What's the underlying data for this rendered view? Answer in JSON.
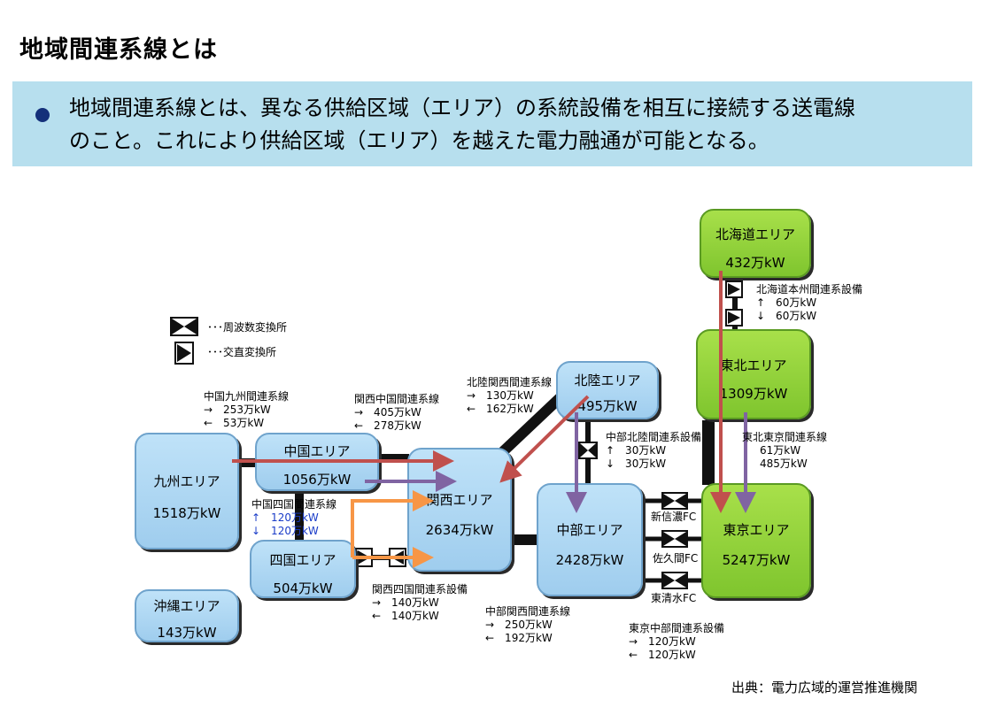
{
  "header": {
    "title": "地域間連系線とは",
    "bullet_line1": "地域間連系線とは、異なる供給区域（エリア）の系統設備を相互に接続する送電線",
    "bullet_line2": "のこと。これにより供給区域（エリア）を越えた電力融通が可能となる。"
  },
  "legend": {
    "freq_converter": "･･･周波数変換所",
    "dc_ac_converter": "･･･交直変換所"
  },
  "areas": {
    "hokkaido": {
      "name": "北海道エリア",
      "capacity": "432万kW"
    },
    "tohoku": {
      "name": "東北エリア",
      "capacity": "1309万kW"
    },
    "tokyo": {
      "name": "東京エリア",
      "capacity": "5247万kW"
    },
    "chubu": {
      "name": "中部エリア",
      "capacity": "2428万kW"
    },
    "hokuriku": {
      "name": "北陸エリア",
      "capacity": "495万kW"
    },
    "kansai": {
      "name": "関西エリア",
      "capacity": "2634万kW"
    },
    "chugoku": {
      "name": "中国エリア",
      "capacity": "1056万kW"
    },
    "shikoku": {
      "name": "四国エリア",
      "capacity": "504万kW"
    },
    "kyushu": {
      "name": "九州エリア",
      "capacity": "1518万kW"
    },
    "okinawa": {
      "name": "沖縄エリア",
      "capacity": "143万kW"
    }
  },
  "links": {
    "chugoku_kyushu": {
      "name": "中国九州間連系線",
      "fwd": "→　253万kW",
      "rev": "←　53万kW"
    },
    "kansai_chugoku": {
      "name": "関西中国間連系線",
      "fwd": "→　405万kW",
      "rev": "←　278万kW"
    },
    "hokuriku_kansai": {
      "name": "北陸関西間連系線",
      "fwd": "→　130万kW",
      "rev": "←　162万kW"
    },
    "chubu_hokuriku": {
      "name": "中部北陸間連系設備",
      "up": "↑　30万kW",
      "down": "↓　30万kW"
    },
    "hokkaido_honshu": {
      "name": "北海道本州間連系設備",
      "up": "↑　60万kW",
      "down": "↓　60万kW"
    },
    "tohoku_tokyo": {
      "name": "東北東京間連系線",
      "up": "61万kW",
      "down": "485万kW"
    },
    "chugoku_shikoku": {
      "name": "中国四国間連系線",
      "up": "↑　120万kW",
      "down": "↓　120万kW"
    },
    "kansai_shikoku": {
      "name": "関西四国間連系設備",
      "fwd": "→　140万kW",
      "rev": "←　140万kW"
    },
    "chubu_kansai": {
      "name": "中部関西間連系線",
      "fwd": "→　250万kW",
      "rev": "←　192万kW"
    },
    "tokyo_chubu": {
      "name": "東京中部間連系設備",
      "fwd": "→　120万kW",
      "rev": "←　120万kW"
    }
  },
  "converters": {
    "shinshinano": "新信濃FC",
    "sakuma": "佐久間FC",
    "higashishimizu": "東清水FC"
  },
  "source": "出典：電力広域的運営推進機関",
  "colors": {
    "banner": "#b7dfee",
    "area_blue": "#a8d4f2",
    "area_green": "#8ccf36",
    "line_black": "#111111",
    "arrow_red": "#c0504d",
    "arrow_purple": "#8064a2",
    "arrow_orange": "#f79646"
  }
}
